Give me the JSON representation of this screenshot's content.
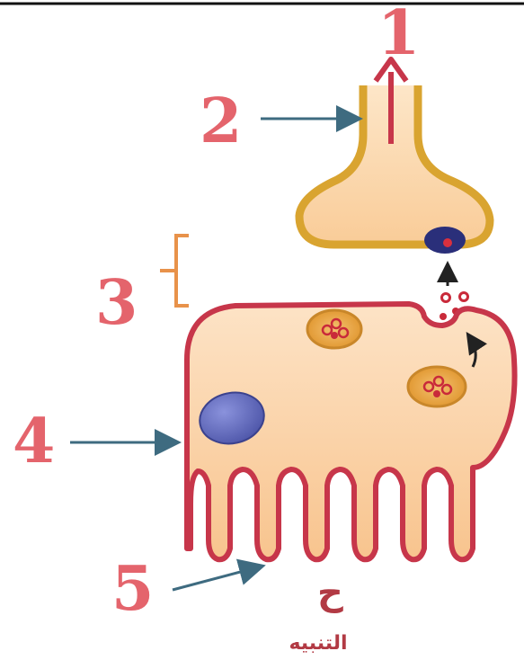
{
  "labels": {
    "n1": "1",
    "n2": "2",
    "n3": "3",
    "n4": "4",
    "n5": "5"
  },
  "stimulus": {
    "symbol": "ح",
    "caption": "التنبيه"
  },
  "colors": {
    "label": "#e4646c",
    "arrow": "#3e6b80",
    "neuron_fill": "#fbd9b0",
    "neuron_outline": "#d9a430",
    "cell_fill": "#fbd2a8",
    "cell_outline": "#c7364a",
    "nucleus": "#6b73c4",
    "vesicle": "#c92a3a"
  }
}
